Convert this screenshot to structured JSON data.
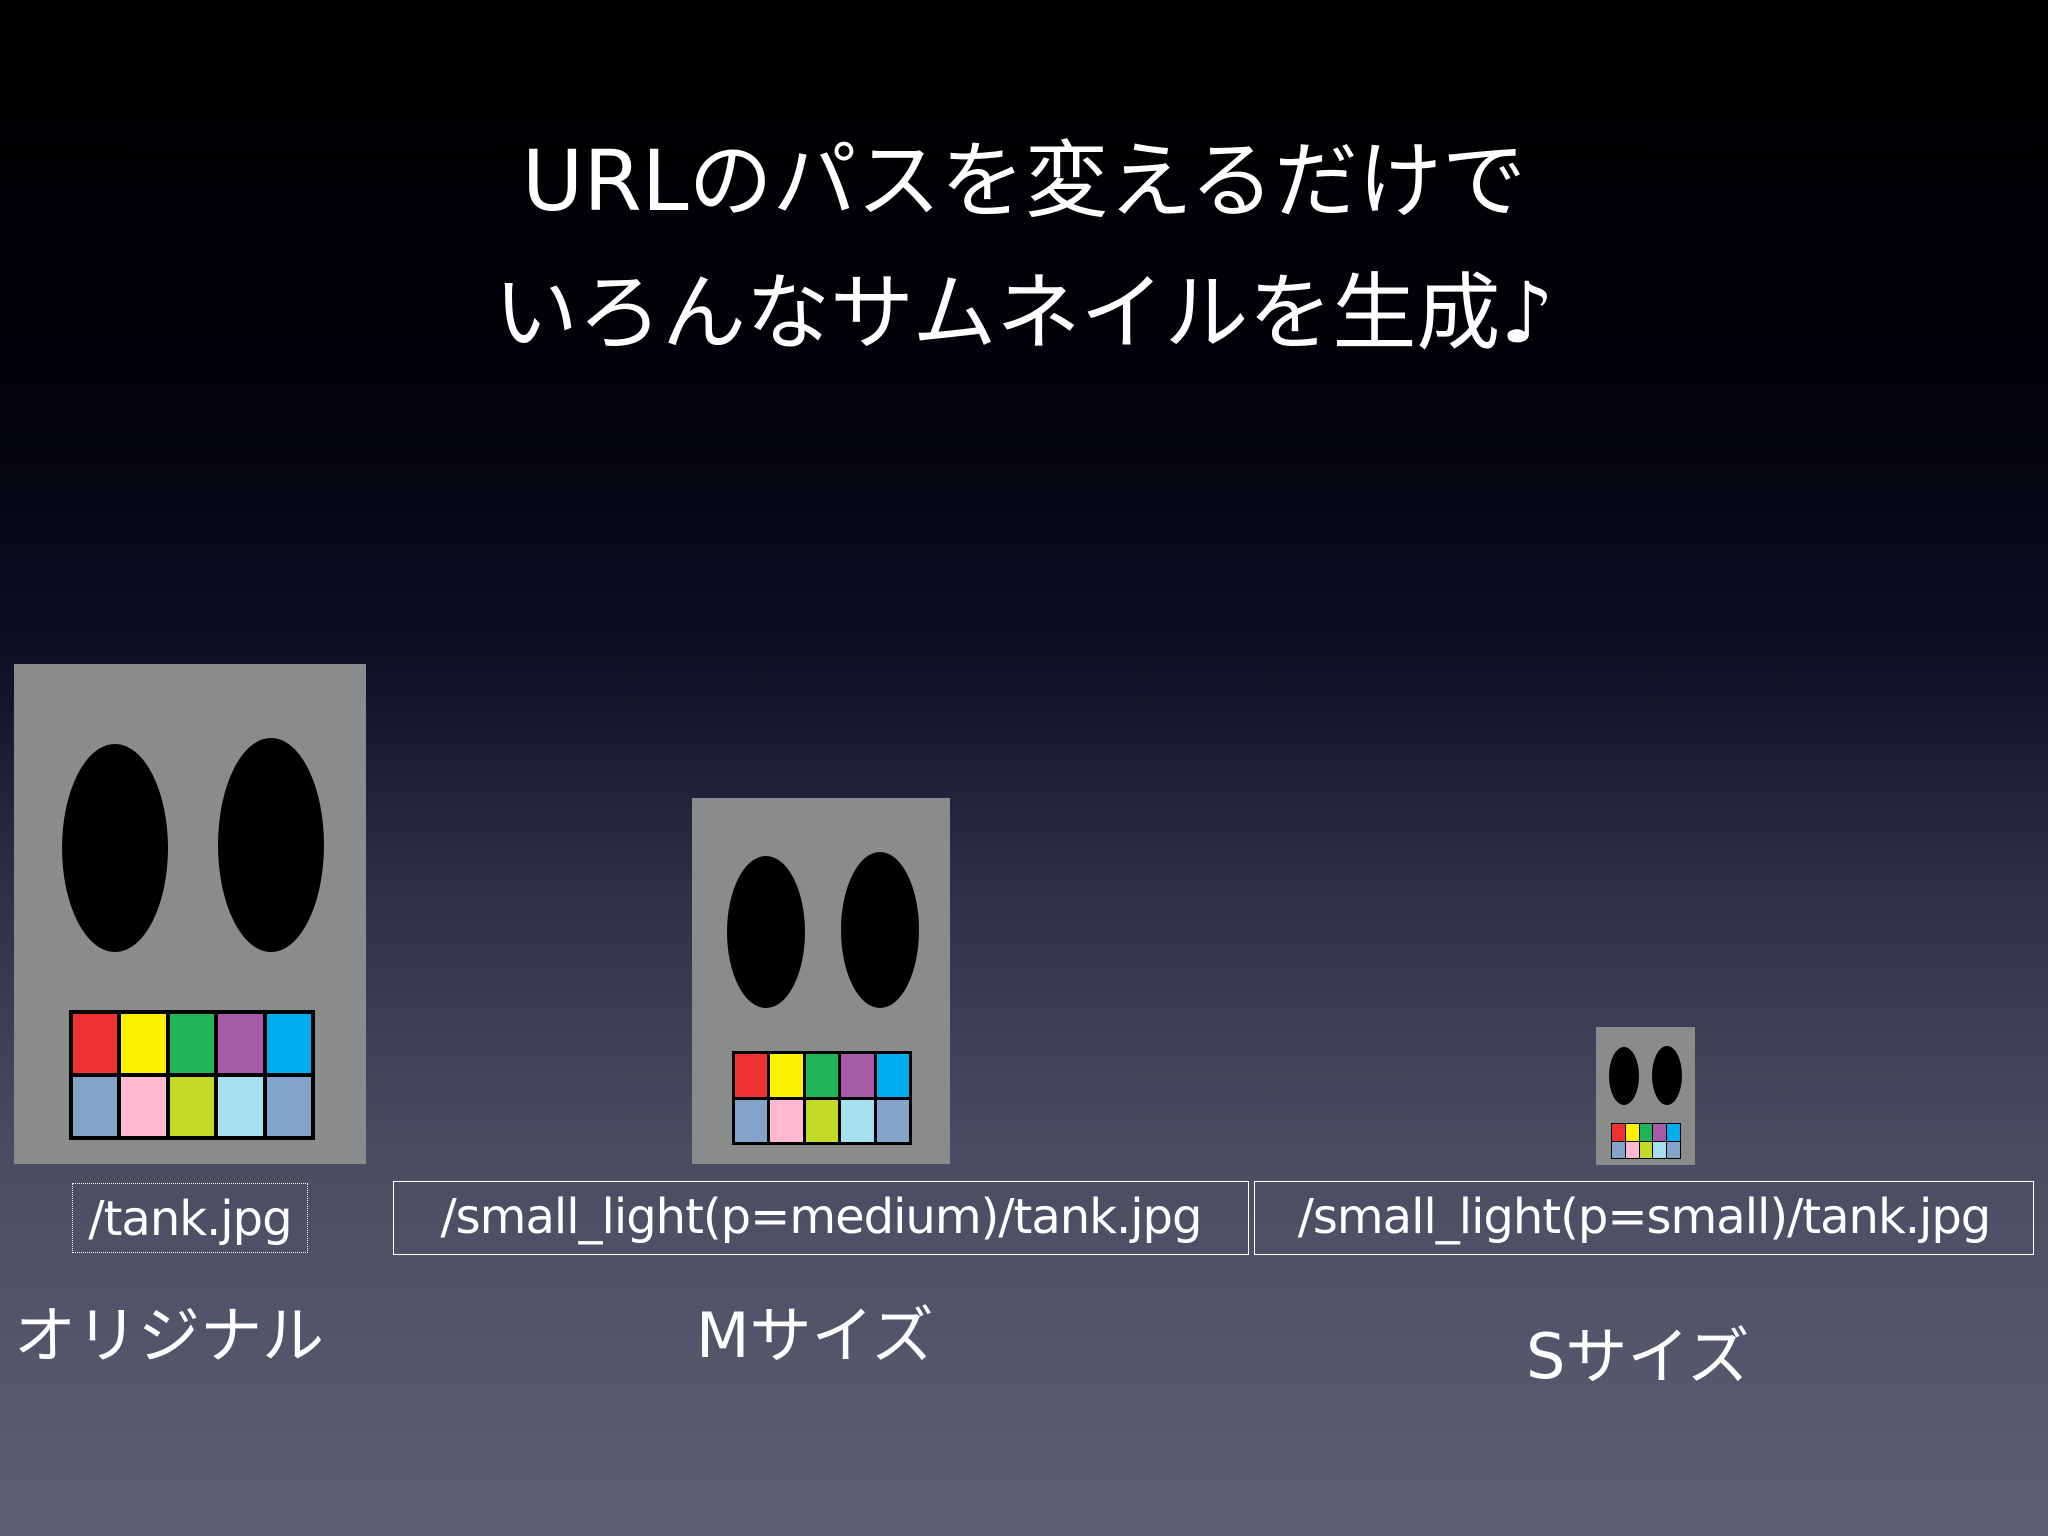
{
  "title": {
    "line1": "URLのパスを変えるだけで",
    "line2": "いろんなサムネイルを生成♪"
  },
  "colors": {
    "face": "#8a8b8b",
    "top_row": [
      "#ee3232",
      "#fff200",
      "#1fb457",
      "#a65ca8",
      "#00aeef"
    ],
    "bottom_row": [
      "#84a3c9",
      "#ffb8d2",
      "#c1db28",
      "#a5e0ef",
      "#84a3c9"
    ]
  },
  "items": [
    {
      "path": "/tank.jpg",
      "label": "オリジナル"
    },
    {
      "path": "/small_light(p=medium)/tank.jpg",
      "label": "Mサイズ"
    },
    {
      "path": "/small_light(p=small)/tank.jpg",
      "label": "Sサイズ"
    }
  ]
}
